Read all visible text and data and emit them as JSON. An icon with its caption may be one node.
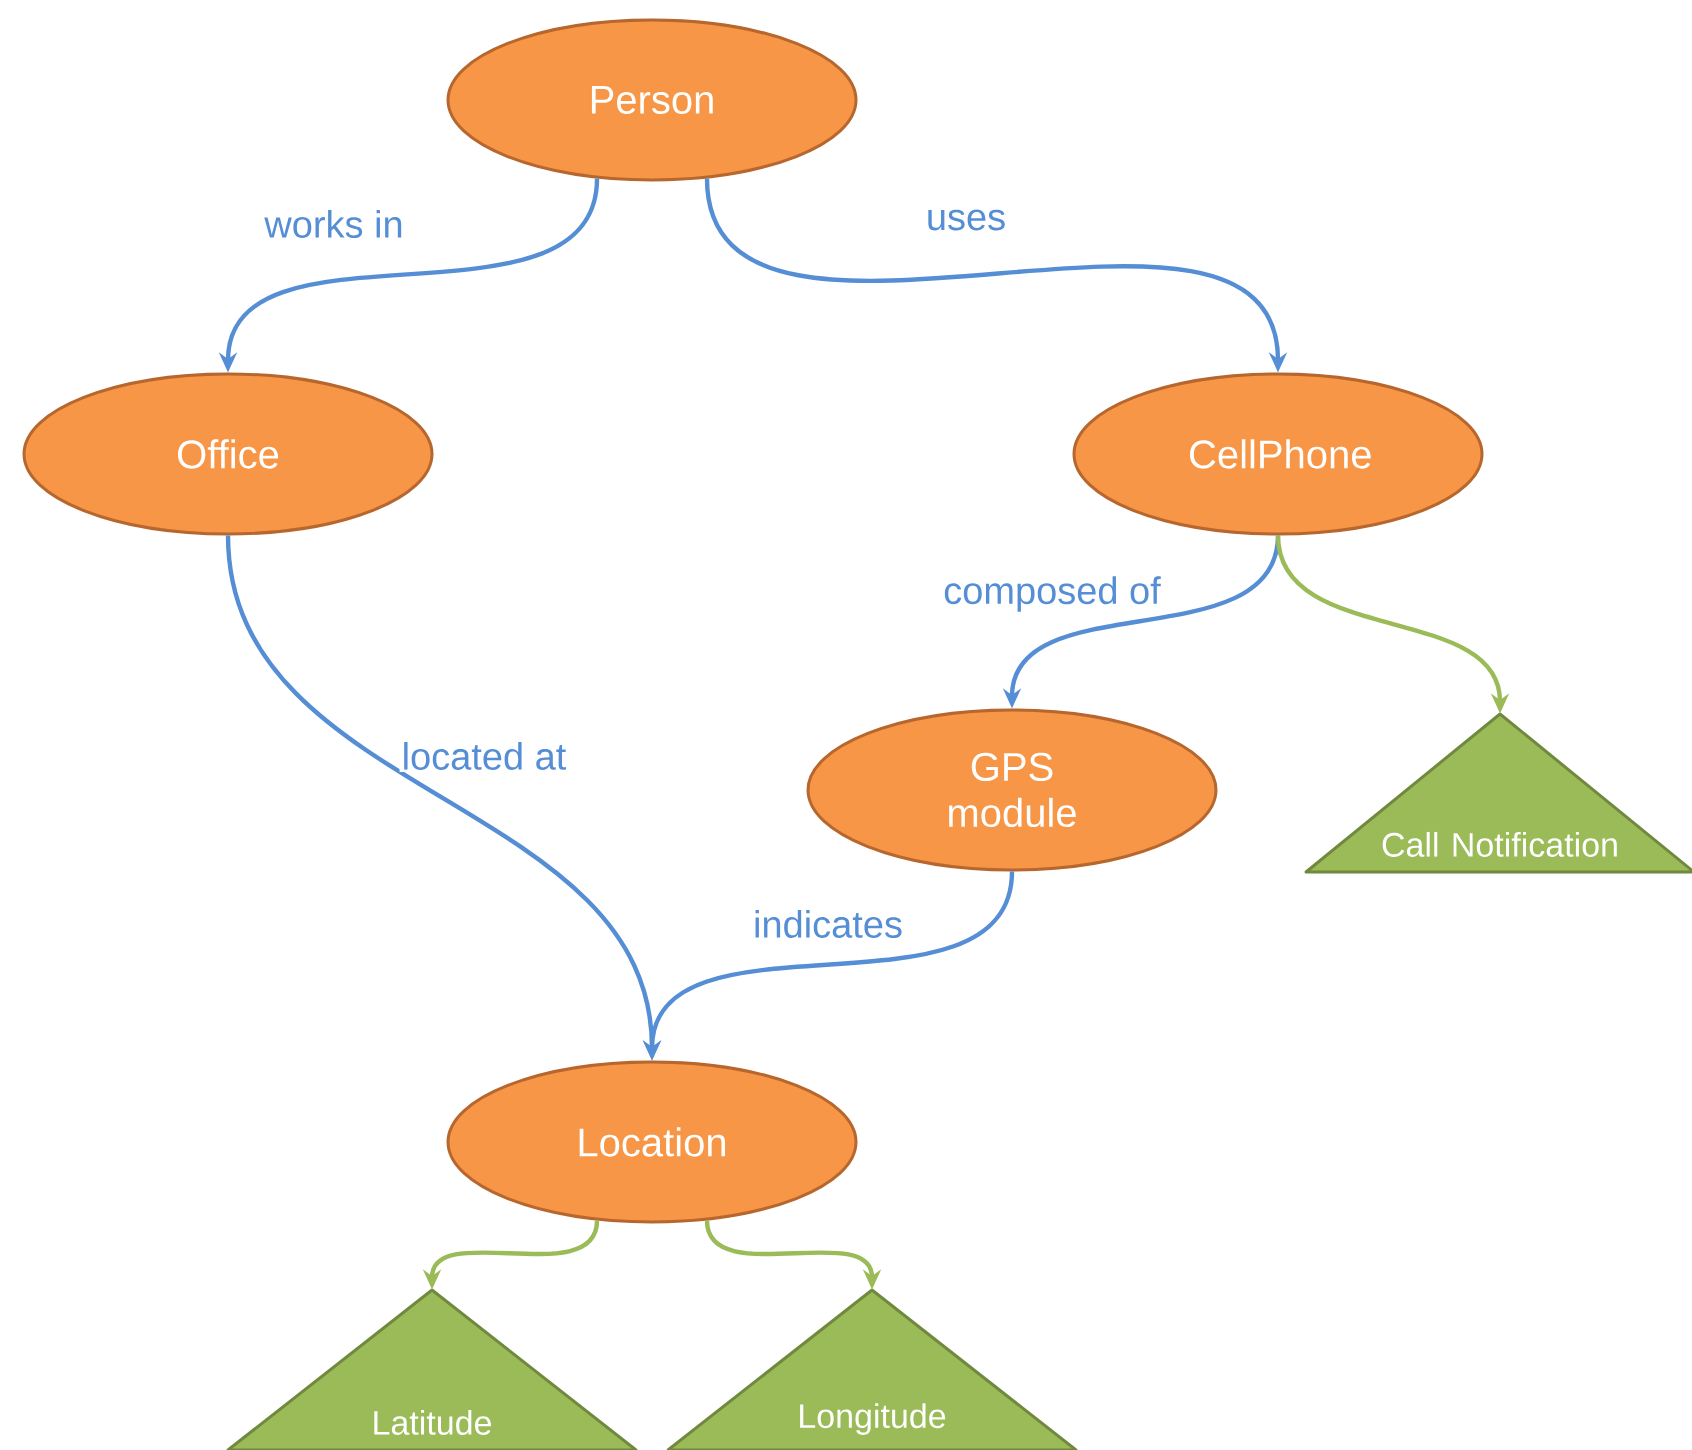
{
  "diagram": {
    "nodes": [
      {
        "text": [
          "Person"
        ]
      },
      {
        "text": [
          "Office"
        ]
      },
      {
        "text": [
          "CellPhone"
        ]
      },
      {
        "text": [
          "GPS module"
        ]
      },
      {
        "text": [
          "Call Notification"
        ]
      },
      {
        "text": [
          "Location"
        ]
      },
      {
        "text": [
          "Latitude"
        ]
      },
      {
        "text": [
          "Longitude"
        ]
      }
    ],
    "edges": [
      {
        "from": 0,
        "to": 1,
        "arrow": "to",
        "label": "works in"
      },
      {
        "from": 0,
        "to": 2,
        "arrow": "to",
        "label": "uses"
      },
      {
        "from": 2,
        "to": 3,
        "arrow": "to",
        "label": "composed of"
      },
      {
        "from": 2,
        "to": 4,
        "arrow": "to",
        "color": "#9bbb59"
      },
      {
        "from": 1,
        "to": 5,
        "arrow": "to",
        "label": "located at"
      },
      {
        "from": 3,
        "to": 5,
        "arrow": "to",
        "label": "indicates"
      },
      {
        "from": 5,
        "to": 6,
        "arrow": "to",
        "color": "#9bbb59"
      },
      {
        "from": 5,
        "to": 7,
        "arrow": "to",
        "color": "#9bbb59"
      }
    ]
  }
}
